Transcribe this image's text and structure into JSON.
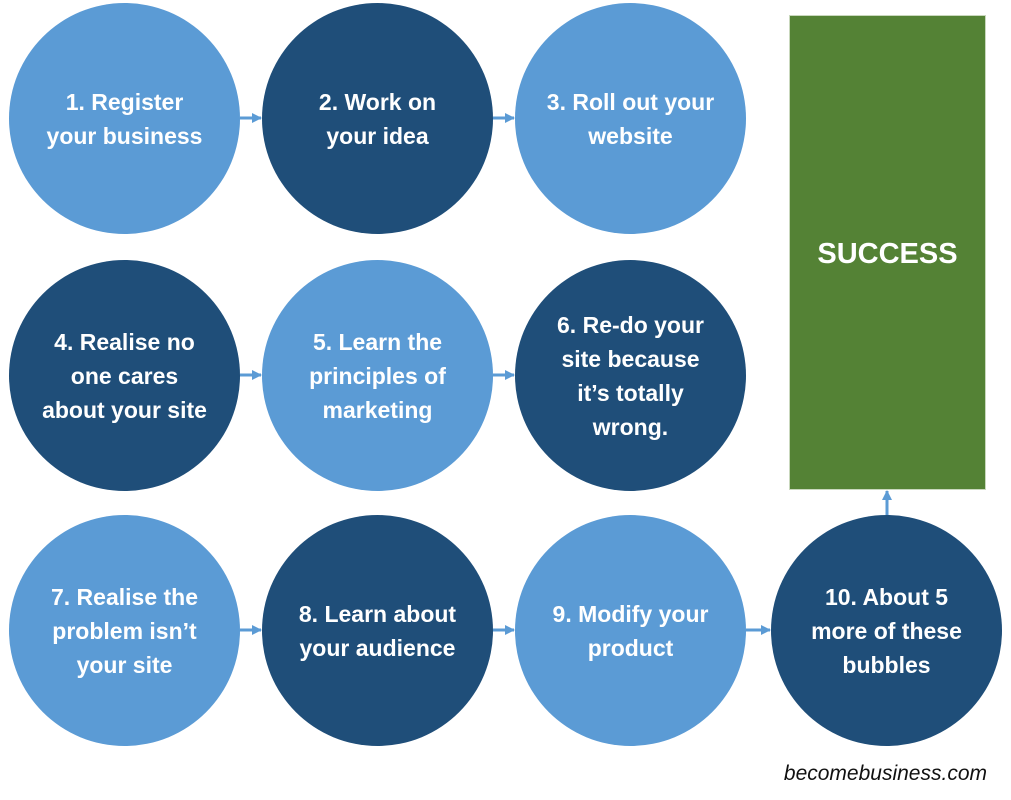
{
  "colors": {
    "light_bubble": "#5b9bd5",
    "dark_bubble": "#1f4e79",
    "success_box": "#548235",
    "arrow": "#5b9bd5"
  },
  "steps": [
    {
      "label": "1. Register\nyour business",
      "shade": "light"
    },
    {
      "label": "2. Work on\nyour idea",
      "shade": "dark"
    },
    {
      "label": "3. Roll out your\nwebsite",
      "shade": "light"
    },
    {
      "label": "4. Realise no\none cares\nabout your site",
      "shade": "dark"
    },
    {
      "label": "5. Learn the\nprinciples of\nmarketing",
      "shade": "light"
    },
    {
      "label": "6. Re-do your\nsite because\nit’s totally\nwrong.",
      "shade": "dark"
    },
    {
      "label": "7. Realise the\nproblem isn’t\nyour site",
      "shade": "light"
    },
    {
      "label": "8. Learn about\nyour audience",
      "shade": "dark"
    },
    {
      "label": "9. Modify your\nproduct",
      "shade": "light"
    },
    {
      "label": "10. About 5\nmore of these\nbubbles",
      "shade": "dark"
    }
  ],
  "goal": {
    "label": "SUCCESS"
  },
  "credit": "becomebusiness.com"
}
